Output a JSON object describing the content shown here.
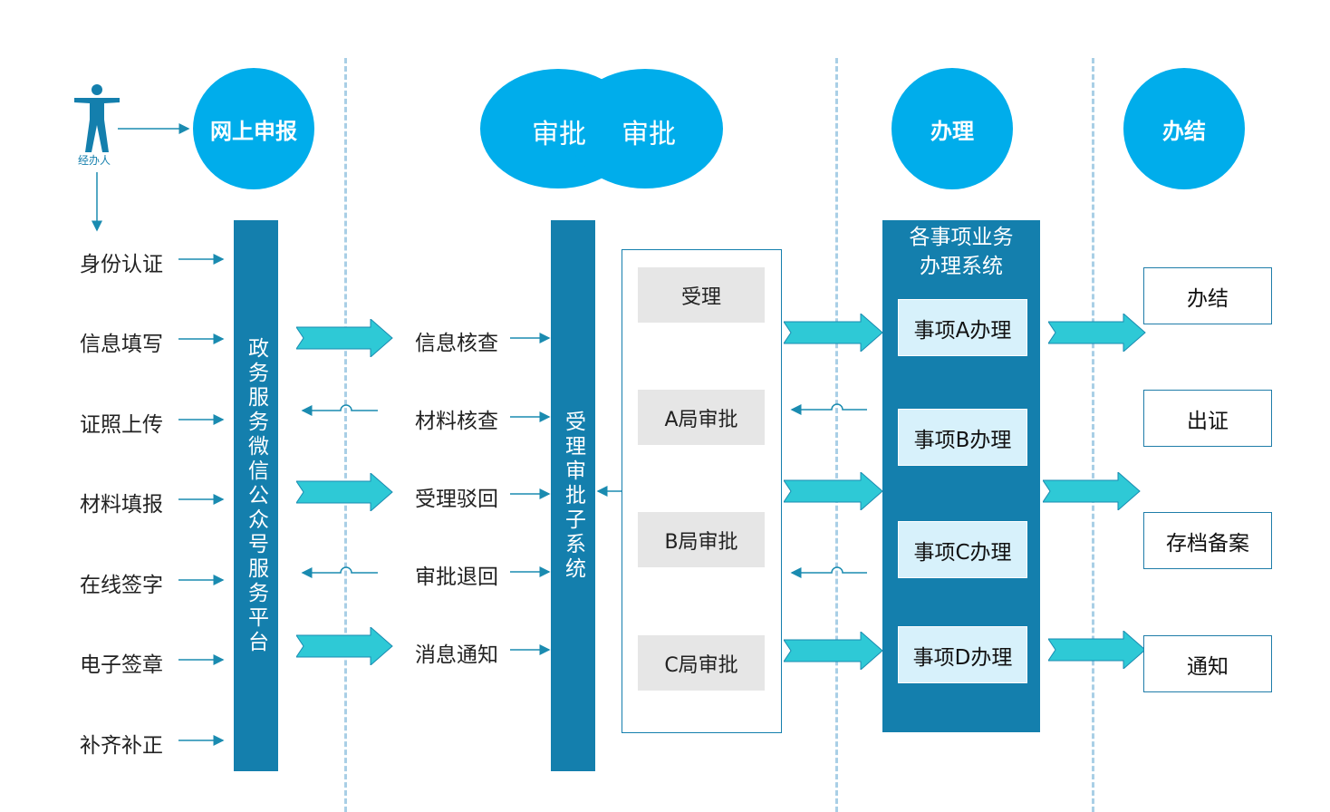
{
  "person": {
    "label": "经办人"
  },
  "stages": {
    "online": "网上申报",
    "approve_left": "审批",
    "approve_right": "审批",
    "handle": "办理",
    "finish": "办结"
  },
  "left_items": [
    "身份认证",
    "信息填写",
    "证照上传",
    "材料填报",
    "在线签字",
    "电子签章",
    "补齐补正"
  ],
  "platform_bar": "政务服务微信公众号服务平台",
  "mid_items": [
    "信息核查",
    "材料核查",
    "受理驳回",
    "审批退回",
    "消息通知"
  ],
  "subsystem_bar": "受理审批子系统",
  "process_steps": [
    "受理",
    "A局审批",
    "B局审批",
    "C局审批"
  ],
  "system_panel": {
    "title_line1": "各事项业务",
    "title_line2": "办理系统",
    "items": [
      "事项A办理",
      "事项B办理",
      "事项C办理",
      "事项D办理"
    ]
  },
  "results": [
    "办结",
    "出证",
    "存档备案",
    "通知"
  ],
  "colors": {
    "circle": "#00adeb",
    "bar": "#147fad",
    "arrow": "#2ec9d6",
    "divider": "#a9cfe6",
    "item_box": "#d7f1fb",
    "proc_box": "#e6e6e6"
  }
}
